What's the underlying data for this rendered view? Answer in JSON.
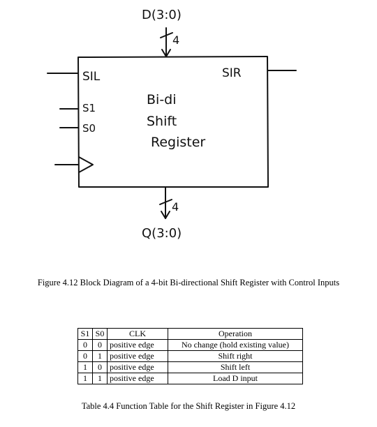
{
  "figure": {
    "input_bus_label": "D(3:0)",
    "input_width": "4",
    "output_bus_label": "Q(3:0)",
    "output_width": "4",
    "block_title_line1": "Bi-di",
    "block_title_line2": "Shift",
    "block_title_line3": "Register",
    "port_sil": "SIL",
    "port_sir": "SIR",
    "port_s1": "S1",
    "port_s0": "S0",
    "caption": "Figure 4.12 Block Diagram of a 4-bit Bi-directional Shift Register with Control Inputs"
  },
  "table": {
    "headers": [
      "S1",
      "S0",
      "CLK",
      "Operation"
    ],
    "rows": [
      [
        "0",
        "0",
        "positive edge",
        "No change (hold existing value)"
      ],
      [
        "0",
        "1",
        "positive edge",
        "Shift right"
      ],
      [
        "1",
        "0",
        "positive edge",
        "Shift left"
      ],
      [
        "1",
        "1",
        "positive edge",
        "Load D input"
      ]
    ],
    "caption": "Table 4.4 Function Table for the Shift Register in Figure 4.12"
  }
}
